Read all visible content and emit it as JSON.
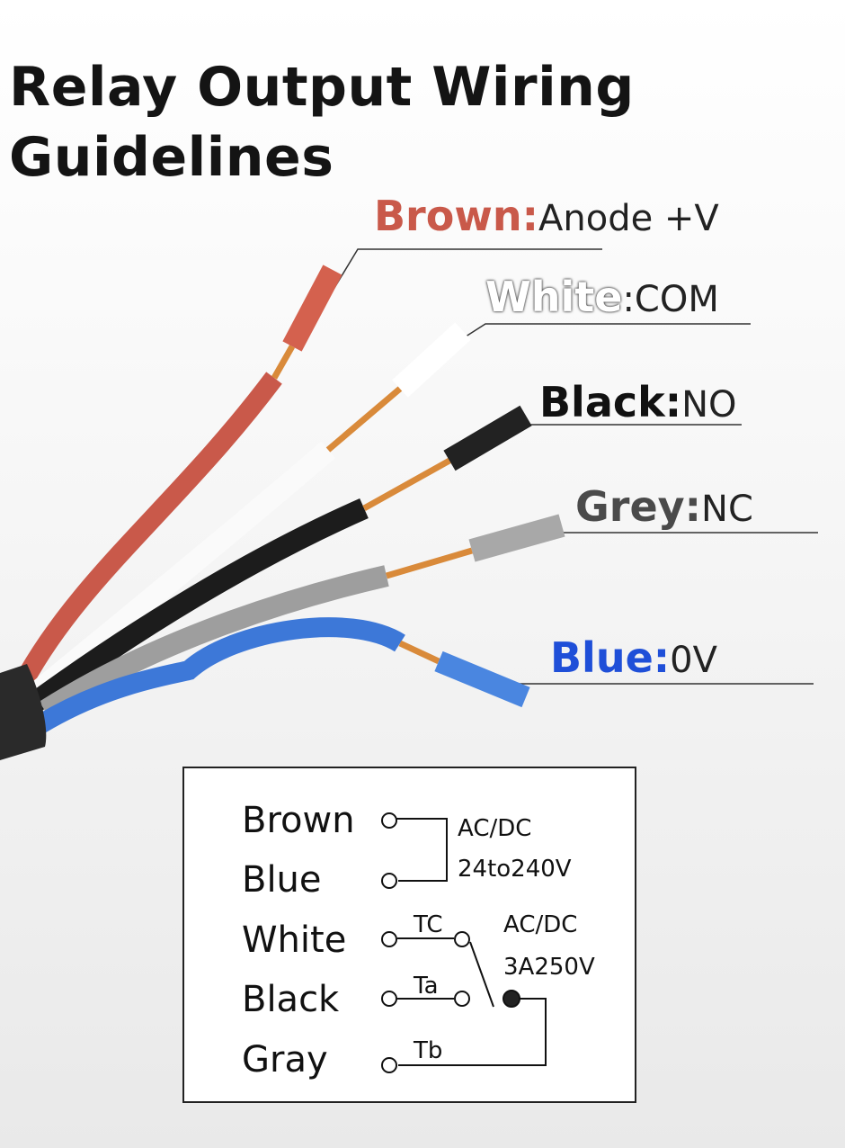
{
  "title_line1": "Relay Output Wiring",
  "title_line2": "Guidelines",
  "wire_labels": [
    {
      "color_name": "Brown:",
      "function": "Anode +V",
      "color": "#c9594a"
    },
    {
      "color_name": "White",
      "function": ":COM",
      "color": "#ffffff"
    },
    {
      "color_name": "Black:",
      "function": "NO",
      "color": "#111111"
    },
    {
      "color_name": "Grey:",
      "function": "NC",
      "color": "#4a4a4a"
    },
    {
      "color_name": "Blue:",
      "function": "0V",
      "color": "#1f4fd8"
    }
  ],
  "diagram": {
    "wires": [
      "Brown",
      "Blue",
      "White",
      "Black",
      "Gray"
    ],
    "power_label_1": "AC/DC",
    "power_label_2": "24to240V",
    "relay_label_1": "AC/DC",
    "relay_label_2": "3A250V",
    "terminal_tc": "TC",
    "terminal_ta": "Ta",
    "terminal_tb": "Tb"
  }
}
